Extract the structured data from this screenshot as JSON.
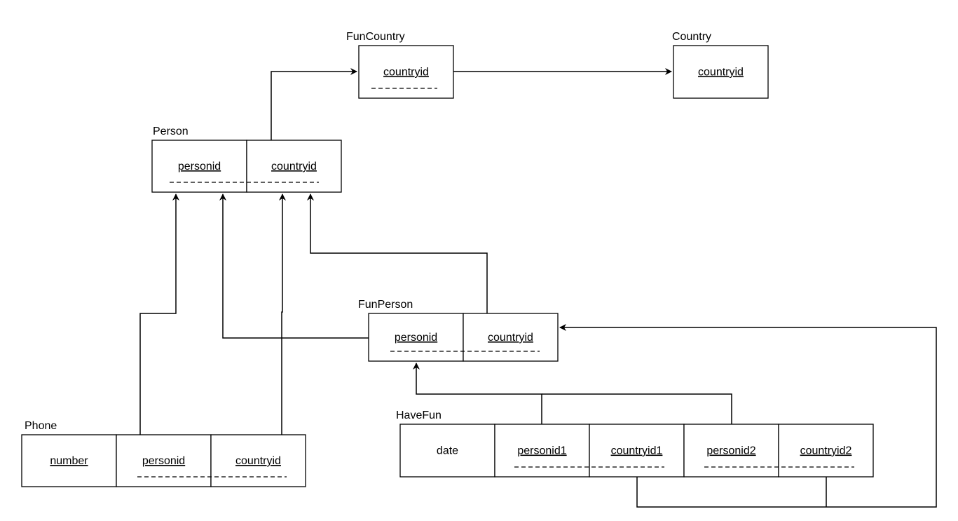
{
  "tables": [
    {
      "name": "FunCountry",
      "columns": [
        {
          "label": "countryid",
          "underline": true
        }
      ]
    },
    {
      "name": "Country",
      "columns": [
        {
          "label": "countryid",
          "underline": true
        }
      ]
    },
    {
      "name": "Person",
      "columns": [
        {
          "label": "personid",
          "underline": true
        },
        {
          "label": "countryid",
          "underline": true
        }
      ]
    },
    {
      "name": "FunPerson",
      "columns": [
        {
          "label": "personid",
          "underline": true
        },
        {
          "label": "countryid",
          "underline": true
        }
      ]
    },
    {
      "name": "Phone",
      "columns": [
        {
          "label": "number",
          "underline": true
        },
        {
          "label": "personid",
          "underline": true
        },
        {
          "label": "countryid",
          "underline": true
        }
      ]
    },
    {
      "name": "HaveFun",
      "columns": [
        {
          "label": "date",
          "underline": false
        },
        {
          "label": "personid1",
          "underline": true
        },
        {
          "label": "countryid1",
          "underline": true
        },
        {
          "label": "personid2",
          "underline": true
        },
        {
          "label": "countryid2",
          "underline": true
        }
      ]
    }
  ],
  "references": [
    {
      "from": "Person.countryid",
      "to": "FunCountry.countryid"
    },
    {
      "from": "FunCountry.countryid",
      "to": "Country.countryid"
    },
    {
      "from": "Phone.personid",
      "to": "Person.personid"
    },
    {
      "from": "Phone.countryid",
      "to": "Person.countryid"
    },
    {
      "from": "FunPerson.personid",
      "to": "Person.personid"
    },
    {
      "from": "FunPerson.countryid",
      "to": "Person.countryid"
    },
    {
      "from": "HaveFun.personid1/personid2",
      "to": "FunPerson.personid"
    },
    {
      "from": "HaveFun.countryid1/countryid2",
      "to": "FunPerson.countryid"
    }
  ]
}
